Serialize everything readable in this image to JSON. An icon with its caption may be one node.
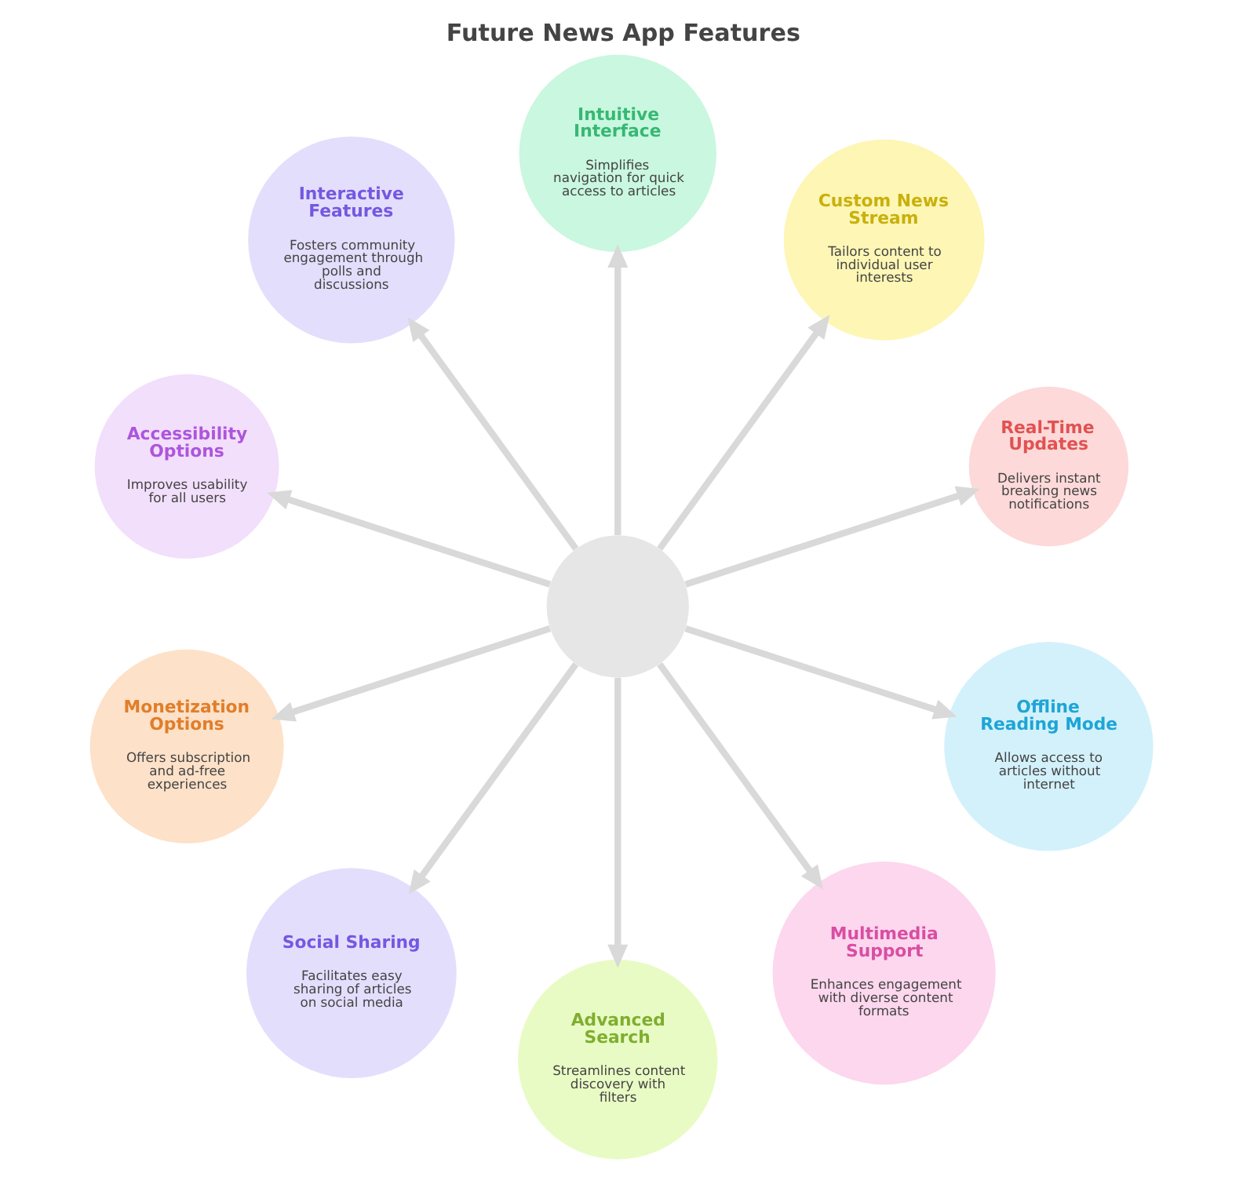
{
  "diagram": {
    "title": "Future News App Features",
    "nodes": [
      {
        "text": [],
        "shape": "circle"
      },
      {
        "text": [
          "Intuitive Interface",
          "Simplifies navigation for quick access to articles"
        ]
      },
      {
        "text": [
          "Custom News Stream",
          "Tailors content to individual user interests"
        ]
      },
      {
        "text": [
          "Real-Time Updates",
          "Delivers instant breaking news notifications"
        ]
      },
      {
        "text": [
          "Offline Reading Mode",
          "Allows access to articles without internet"
        ]
      },
      {
        "text": [
          "Multimedia Support",
          "Enhances engagement with diverse content formats"
        ]
      },
      {
        "text": [
          "Advanced Search",
          "Streamlines content discovery with filters"
        ]
      },
      {
        "text": [
          "Social Sharing",
          "Facilitates easy sharing of articles on social media"
        ]
      },
      {
        "text": [
          "Monetization Options",
          "Offers subscription and ad-free experiences"
        ]
      },
      {
        "text": [
          "Accessibility Options",
          "Improves usability for all users"
        ]
      },
      {
        "text": [
          "Interactive Features",
          "Fosters community engagement through polls and discussions"
        ]
      }
    ],
    "edges": [
      {
        "from": 0,
        "to": 1,
        "arrow": "to"
      },
      {
        "from": 0,
        "to": 2,
        "arrow": "to"
      },
      {
        "from": 0,
        "to": 3,
        "arrow": "to"
      },
      {
        "from": 0,
        "to": 4,
        "arrow": "to"
      },
      {
        "from": 0,
        "to": 5,
        "arrow": "to"
      },
      {
        "from": 0,
        "to": 6,
        "arrow": "to"
      },
      {
        "from": 0,
        "to": 7,
        "arrow": "to"
      },
      {
        "from": 0,
        "to": 8,
        "arrow": "to"
      },
      {
        "from": 0,
        "to": 9,
        "arrow": "to"
      },
      {
        "from": 0,
        "to": 10,
        "arrow": "to"
      }
    ]
  }
}
